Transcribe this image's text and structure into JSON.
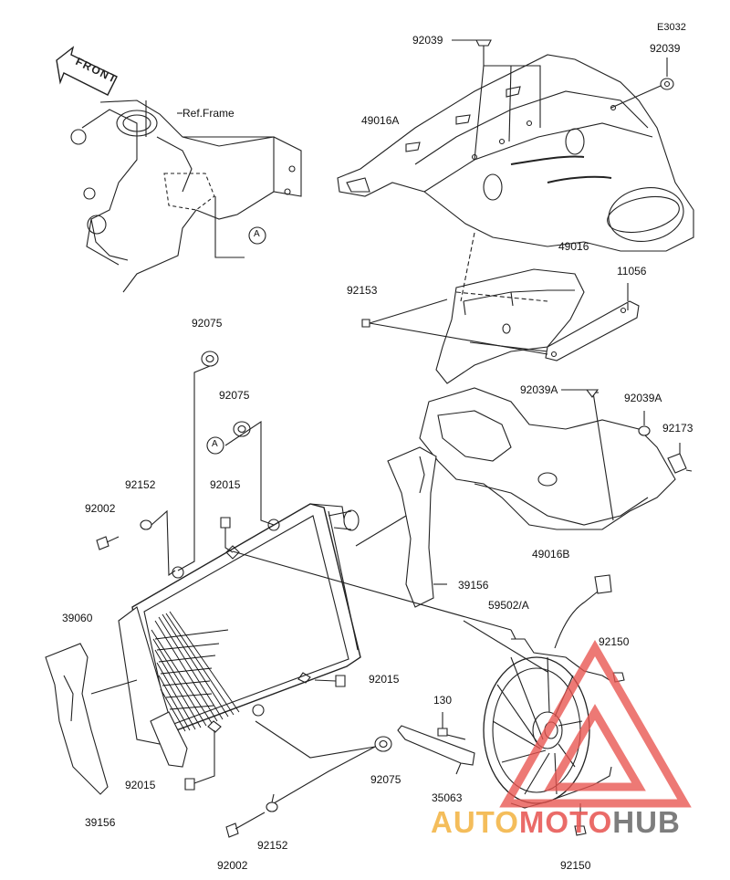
{
  "diagram_code": "E3032",
  "reference_text": "Ref.Frame",
  "front_label": "FRONT",
  "callout_a": "A",
  "part_labels": {
    "p92039_top": "92039",
    "p92039_right": "92039",
    "p49016A": "49016A",
    "p49016": "49016",
    "p11056": "11056",
    "p92153": "92153",
    "p92075_a": "92075",
    "p92075_b": "92075",
    "p92075_c": "92075",
    "p92039A_l": "92039A",
    "p92039A_r": "92039A",
    "p92173": "92173",
    "p92152_a": "92152",
    "p92152_b": "92152",
    "p92015_a": "92015",
    "p92015_b": "92015",
    "p92015_c": "92015",
    "p92002_a": "92002",
    "p92002_b": "92002",
    "p49016B": "49016B",
    "p39156_r": "39156",
    "p39156_l": "39156",
    "p39060": "39060",
    "p59502A": "59502/A",
    "p92150_a": "92150",
    "p92150_b": "92150",
    "p130": "130",
    "p35063": "35063"
  },
  "watermark": {
    "part1": "AUTO",
    "part2": "MOTO",
    "part3": "HUB",
    "color_auto": "#f3b64a",
    "color_moto": "#e85b58",
    "color_hub": "#6f6f6f",
    "triangle_color": "#e9544f"
  }
}
